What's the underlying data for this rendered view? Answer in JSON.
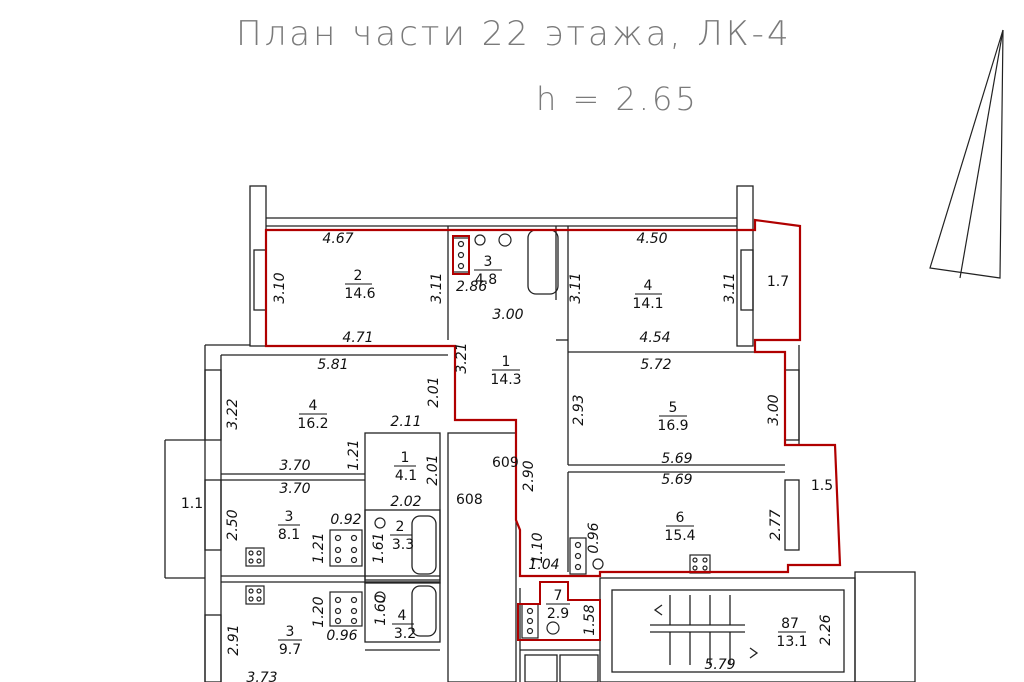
{
  "header": {
    "title": "План части 22 этажа, ЛК-4",
    "height_label": "h = 2.65"
  },
  "apartment_outline_color": "#b00000",
  "rooms": [
    {
      "num": "2",
      "area": "14.6"
    },
    {
      "num": "3",
      "area": "4.8"
    },
    {
      "num": "4",
      "area": "14.1"
    },
    {
      "num": "1",
      "area": "14.3"
    },
    {
      "num": "4",
      "area": "16.2"
    },
    {
      "num": "5",
      "area": "16.9"
    },
    {
      "num": "1",
      "area": "4.1"
    },
    {
      "num": "6",
      "area": "15.4"
    },
    {
      "num": "3",
      "area": "8.1"
    },
    {
      "num": "2",
      "area": "3.3"
    },
    {
      "num": "7",
      "area": "2.9"
    },
    {
      "num": "87",
      "area": "13.1"
    },
    {
      "num": "3",
      "area": "9.7"
    },
    {
      "num": "4",
      "area": "3.2"
    }
  ],
  "balconies": [
    "1.7",
    "1.5",
    "1.1"
  ],
  "codes": [
    "609",
    "608"
  ],
  "dimensions": {
    "d467": "4.67",
    "d310": "3.10",
    "d311a": "3.11",
    "d286": "2.86",
    "d311b": "3.11",
    "d450": "4.50",
    "d311c": "3.11",
    "d471": "4.71",
    "d300a": "3.00",
    "d454": "4.54",
    "d581": "5.81",
    "d321": "3.21",
    "d572": "5.72",
    "d322": "3.22",
    "d201a": "2.01",
    "d293": "2.93",
    "d300b": "3.00",
    "d211": "2.11",
    "d121": "1.21",
    "d201b": "2.01",
    "d290": "2.90",
    "d569a": "5.69",
    "d370a": "3.70",
    "d569b": "5.69",
    "d370b": "3.70",
    "d202": "2.02",
    "d250": "2.50",
    "d092": "0.92",
    "d121b": "1.21",
    "d161": "1.61",
    "d110": "1.10",
    "d096a": "0.96",
    "d277": "2.77",
    "d104": "1.04",
    "d160": "1.60",
    "d120": "1.20",
    "d096b": "0.96",
    "d158": "1.58",
    "d226": "2.26",
    "d291": "2.91",
    "d579": "5.79",
    "d373": "3.73"
  }
}
